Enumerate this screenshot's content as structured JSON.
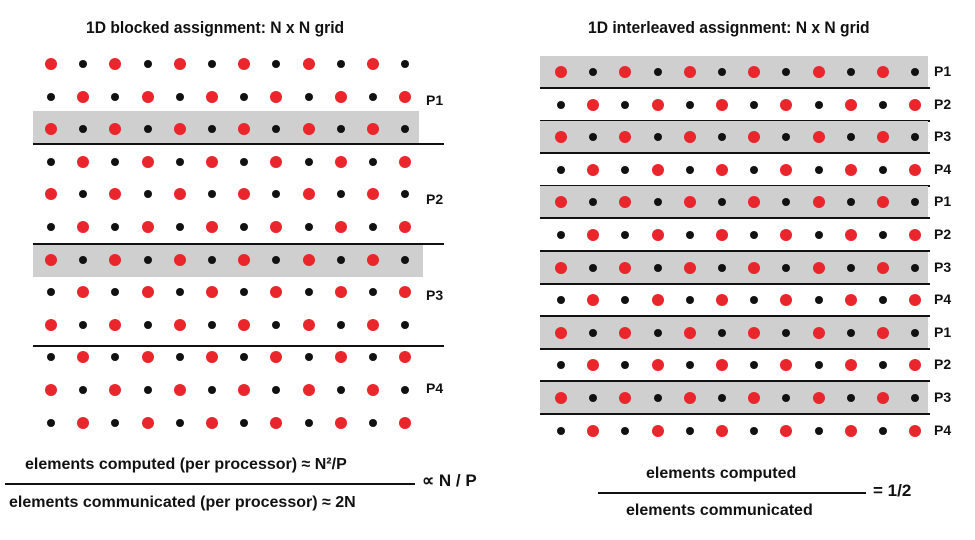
{
  "left": {
    "title": "1D blocked assignment: N x N grid",
    "labels": [
      "P1",
      "P2",
      "P3",
      "P4"
    ],
    "numerator": "elements computed (per processor) ≈ N²/P",
    "denominator": "elements communicated (per processor)  ≈ 2N",
    "result": "∝ N / P"
  },
  "right": {
    "title": "1D interleaved assignment: N x N grid",
    "labels": [
      "P1",
      "P2",
      "P3",
      "P4",
      "P1",
      "P2",
      "P3",
      "P4",
      "P1",
      "P2",
      "P3",
      "P4"
    ],
    "numerator": "elements computed",
    "denominator": "elements communicated",
    "result": "= 1/2"
  },
  "colors": {
    "red": "#e8262c",
    "black": "#111111",
    "band": "#cfcfcf"
  }
}
